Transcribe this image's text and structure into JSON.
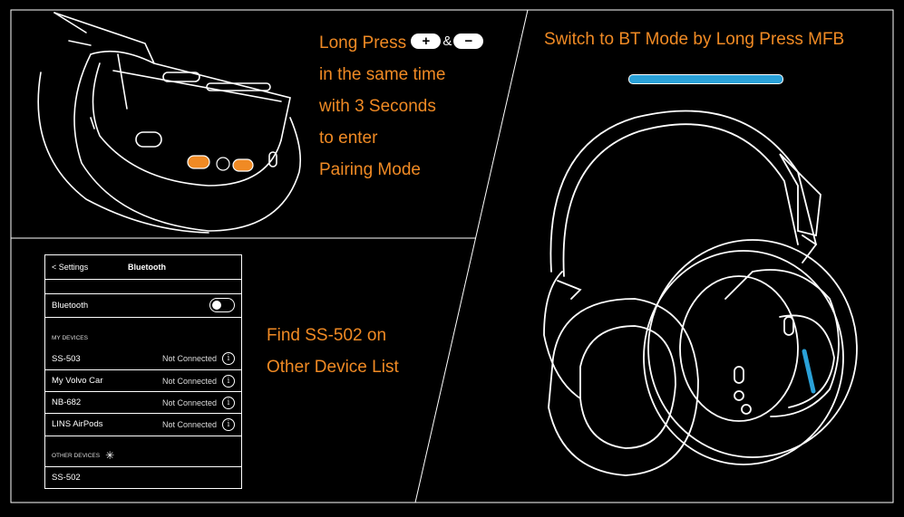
{
  "step1": {
    "line1_prefix": "Long Press",
    "plus": "+",
    "amp": "&",
    "minus": "−",
    "line2": "in the same time",
    "line3": "with 3 Seconds",
    "line4": "to enter",
    "line5": "Pairing Mode"
  },
  "step2": {
    "line1": "Find SS-502 on",
    "line2": "Other Device List"
  },
  "step3": {
    "text": "Switch to BT Mode by Long Press MFB"
  },
  "phone": {
    "back": "< Settings",
    "title": "Bluetooth",
    "bluetooth_label": "Bluetooth",
    "my_devices_header": "MY DEVICES",
    "devices": [
      {
        "name": "SS-503",
        "status": "Not Connected"
      },
      {
        "name": "My Volvo Car",
        "status": "Not Connected"
      },
      {
        "name": "NB-682",
        "status": "Not Connected"
      },
      {
        "name": "LINS AirPods",
        "status": "Not Connected"
      }
    ],
    "other_devices_header": "OTHER DEVICES",
    "other_device": "SS-502"
  },
  "colors": {
    "accent": "#f08a24",
    "led": "#2aa1d8",
    "background": "#000000"
  },
  "icons": [
    "plus-icon",
    "minus-icon",
    "info-icon",
    "spinner-icon",
    "toggle-icon"
  ]
}
